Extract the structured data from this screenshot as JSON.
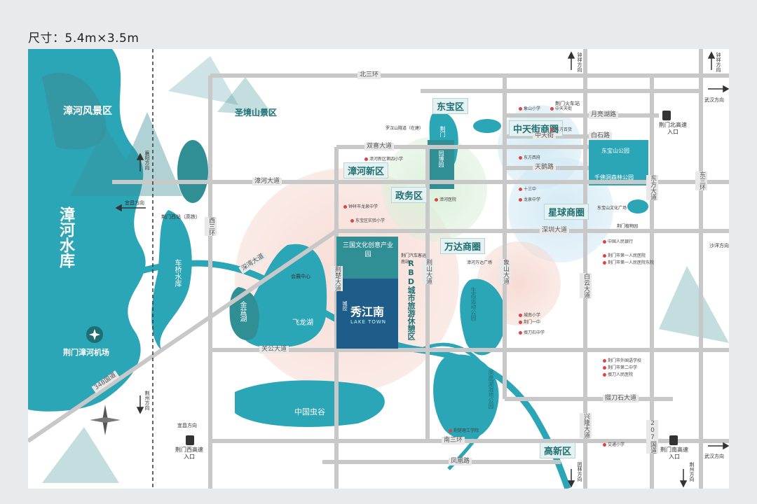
{
  "size_label": "尺寸：5.4m×3.5m",
  "water": {
    "zhanghe_scenic": "漳河风景区",
    "zhanghe_reservoir": "漳河水库",
    "cheqiao_reservoir": "车桥水库",
    "jinpen_lake": "金盆湖",
    "feilong_lake": "飞龙湖"
  },
  "parks": {
    "shengjingshan": "圣境山景区",
    "chinese_valley": "中国虫谷",
    "ecological_park": "生态运动公园",
    "fenghuang_park": "凤凰湖湿地公园",
    "dongbaoshan_park": "东宝山公园",
    "qianfo_park": "千佛洞森林公园",
    "jingmen_label": "荆门",
    "yuanbo_label": "园博园"
  },
  "districts": {
    "dongbao": "东宝区",
    "zhanghe_new": "漳河新区",
    "zhengwu": "政务区",
    "wanda": "万达商圈",
    "zhongtian": "中天街商圈",
    "xingqiu": "星球商圈",
    "gaoxin": "高新区"
  },
  "project": {
    "industrial_park": "三国文化创意产业园",
    "rbd": "RBD城市旅游休憩区",
    "logo_top": "城控",
    "logo_name": "秀江南",
    "logo_en": "LAKE TOWN"
  },
  "roads": {
    "north3": "北三环",
    "south3": "南三环",
    "shuanggao": "双喜大道",
    "zhanghe": "漳河大道",
    "shenzhen": "深圳大道",
    "guangong": "关公大道",
    "fenghuang": "凤凰路",
    "xiongdao": "掇刀石大道",
    "west3": "西三环",
    "jingchu": "荆楚大道",
    "jingshan": "荆山大道",
    "xiangshan": "象山大道",
    "baiyun": "白云大道",
    "xinglong": "兴隆大道",
    "dongsan": "东三环",
    "road207": "207国道",
    "dongfang": "东方大道",
    "yueliang": "月亮湖路",
    "baishi": "白石路",
    "zhongtianjie": "中天街",
    "tianpeng": "天鹅路",
    "road348": "348国道",
    "shenwan": "深湾大道"
  },
  "transport": {
    "west_station": "荆门西站（高铁）",
    "train_station": "荆门火车站",
    "airport": "荆门漳河机场",
    "bus_station": "荆门汽车客运南站",
    "north_exit": "荆门北高速入口",
    "west_exit": "荆门西高速入口",
    "south_exit": "荆门南高速入口",
    "tunnel": "罗汉山隧道（在建）"
  },
  "landmarks": {
    "wanda_plaza": "漳河万达广场",
    "conference_center": "会展中心",
    "xiangshan_plaza": "东宝山文化广场",
    "museum": "荆门植物园"
  },
  "directions": {
    "yichang_w": "宜昌方向",
    "yichang_sw": "宜昌方向",
    "xiangyang": "襄阳方向",
    "jingzhou": "荆州方向",
    "wuhan_ne": "武汉方向",
    "wuhan_se": "武汉方向",
    "zhongxiang_n": "钟祥方向",
    "zhongxiang_ne": "钟祥方向",
    "tuanlin": "团林方向",
    "shayang": "沙洋方向",
    "jingmen_s": "荆州方向"
  },
  "pois": [
    "漳河新区第四小学",
    "漳河医院",
    "东方西府",
    "象山小学",
    "中天天街",
    "东方百货",
    "钟祥市龙泉中学",
    "十三中",
    "城南小学",
    "荆门市第一人民医院",
    "掇刀石中学",
    "荆门市第二中学",
    "中国人民银行",
    "东宝区实验小学",
    "荆门一中",
    "龙泉中学",
    "荆门市外国语学校",
    "掇刀人民医院",
    "荆门市第一人民医院东院",
    "交通小学",
    "荆楚理工学院"
  ],
  "colors": {
    "water": "#2aa6b7",
    "deep": "#1e6f73",
    "accent": "#2f8f95",
    "road": "#c8c8c8"
  }
}
